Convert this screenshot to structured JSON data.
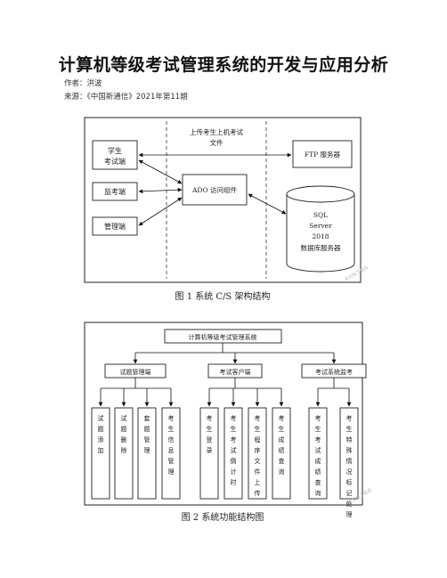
{
  "document": {
    "title": "计算机等级考试管理系统的开发与应用分析",
    "author_label": "作者：洪波",
    "source_label": "来源：《中国新通信》2021年第11期"
  },
  "figure1": {
    "boxes": {
      "student": [
        "学生",
        "考试端"
      ],
      "monitor": "监考端",
      "admin": "管理端",
      "ado": "ADO 访问组件",
      "ftp": "FTP 服务器",
      "sql": [
        "SQL",
        "Server",
        "2018",
        "数据库服务器"
      ]
    },
    "upload_note": [
      "上传考生上机考试",
      "文件"
    ],
    "caption": "图 1    系统 C/S 架构结构"
  },
  "figure2": {
    "root": "计算机等级考试管理系统",
    "groups": [
      {
        "label": "试题管理端",
        "leaves": [
          "试题添加",
          "试题删除",
          "套题管理",
          "考生信息管理"
        ]
      },
      {
        "label": "考试客户端",
        "leaves": [
          "考生登录",
          "考生考试倒计时",
          "考生程序文件上传",
          "考生成绩查询"
        ]
      },
      {
        "label": "考试系统监考",
        "leaves": [
          "考生考试成绩查询",
          "考生特殊情况标记处理"
        ]
      }
    ],
    "caption": "图 2    系统功能结构图"
  },
  "watermark": "本文档下载自"
}
